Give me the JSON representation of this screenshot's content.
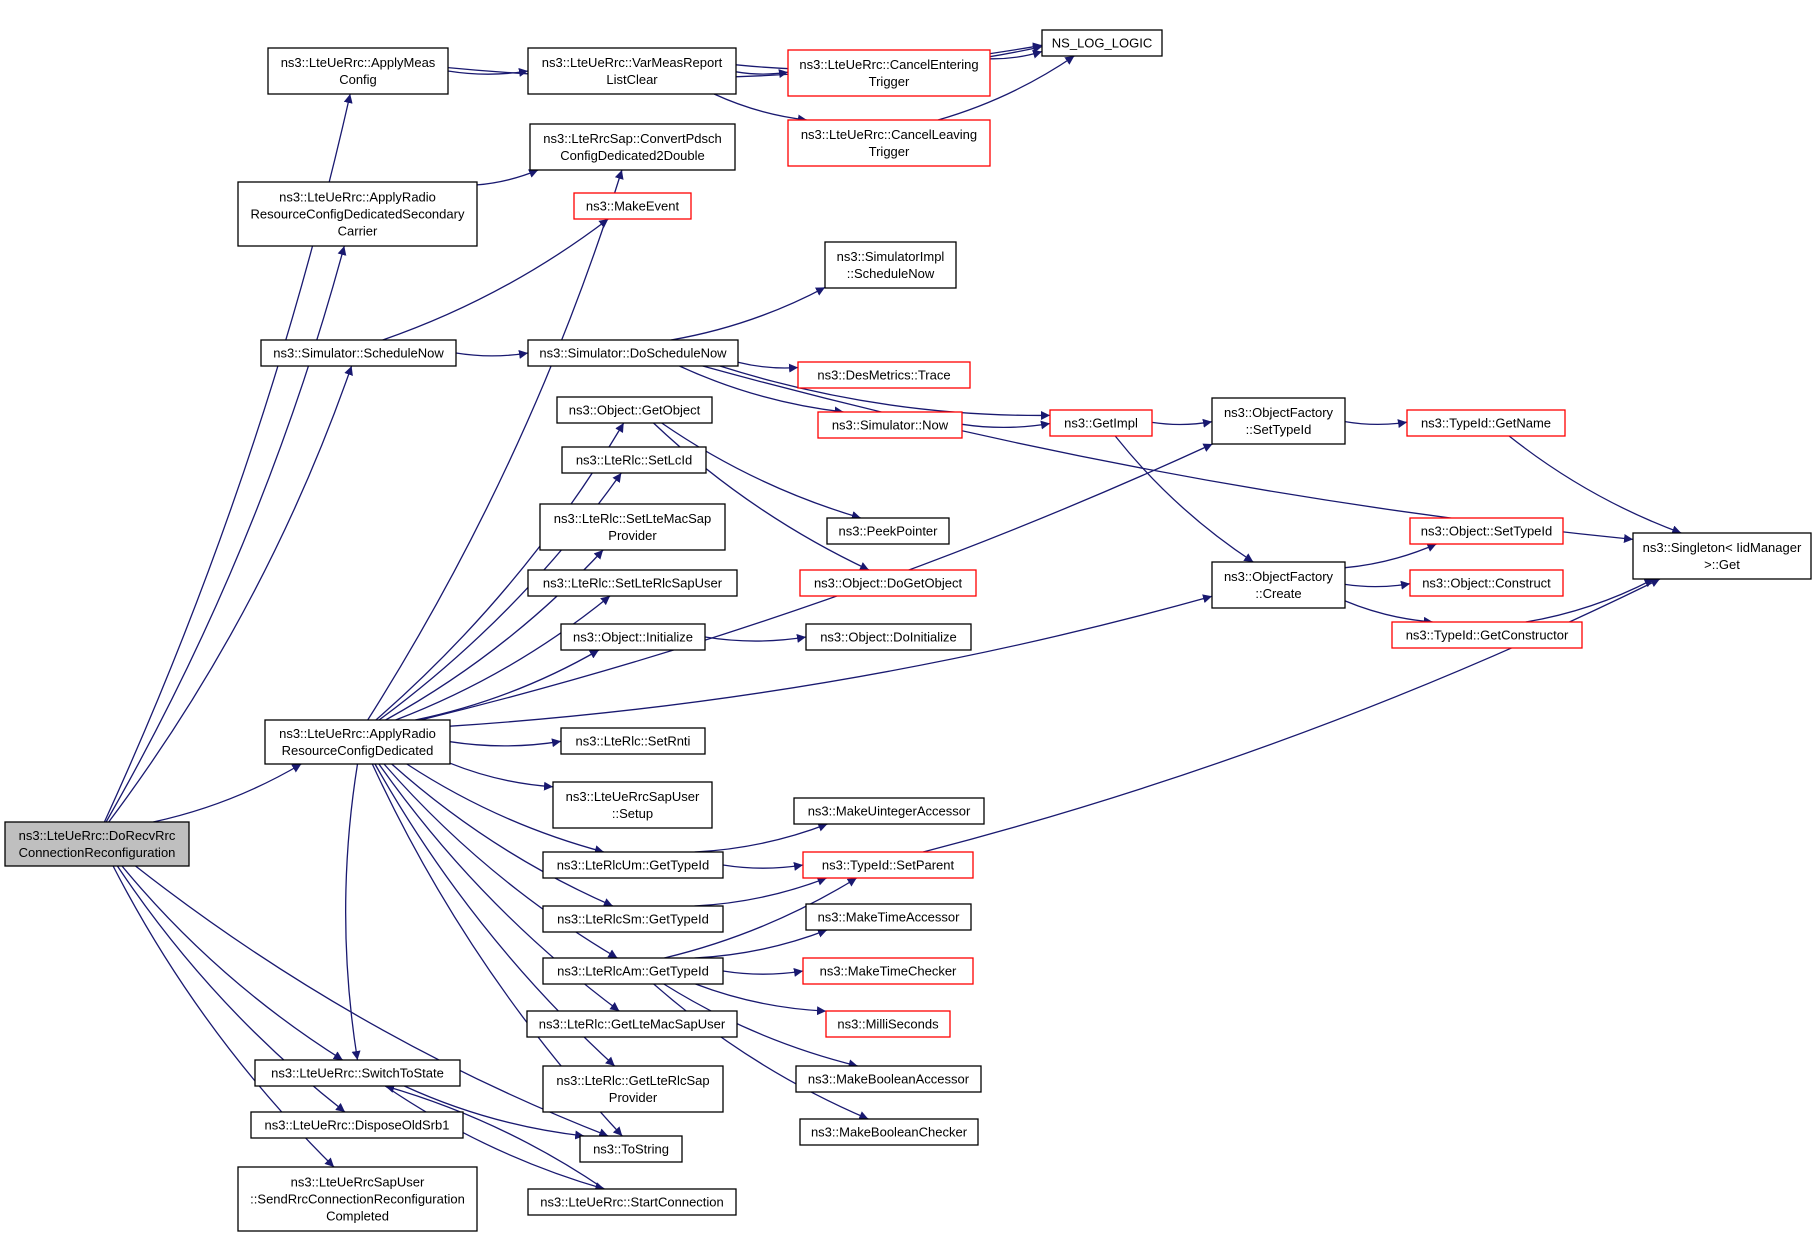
{
  "graph": {
    "nodes": [
      {
        "id": "root",
        "lines": [
          "ns3::LteUeRrc::DoRecvRrc",
          "ConnectionReconfiguration"
        ],
        "root": true
      },
      {
        "id": "applyMeas",
        "lines": [
          "ns3::LteUeRrc::ApplyMeas",
          "Config"
        ]
      },
      {
        "id": "applyRadioSec",
        "lines": [
          "ns3::LteUeRrc::ApplyRadio",
          "ResourceConfigDedicatedSecondary",
          "Carrier"
        ]
      },
      {
        "id": "schedNow",
        "lines": [
          "ns3::Simulator::ScheduleNow"
        ]
      },
      {
        "id": "applyRadio",
        "lines": [
          "ns3::LteUeRrc::ApplyRadio",
          "ResourceConfigDedicated"
        ]
      },
      {
        "id": "switchState",
        "lines": [
          "ns3::LteUeRrc::SwitchToState"
        ]
      },
      {
        "id": "disposeSrb1",
        "lines": [
          "ns3::LteUeRrc::DisposeOldSrb1"
        ]
      },
      {
        "id": "sendRrc",
        "lines": [
          "ns3::LteUeRrcSapUser",
          "::SendRrcConnectionReconfiguration",
          "Completed"
        ]
      },
      {
        "id": "varMeas",
        "lines": [
          "ns3::LteUeRrc::VarMeasReport",
          "ListClear"
        ]
      },
      {
        "id": "convPdsch",
        "lines": [
          "ns3::LteRrcSap::ConvertPdsch",
          "ConfigDedicated2Double"
        ]
      },
      {
        "id": "makeEvent",
        "lines": [
          "ns3::MakeEvent"
        ],
        "red": true
      },
      {
        "id": "doSched",
        "lines": [
          "ns3::Simulator::DoScheduleNow"
        ]
      },
      {
        "id": "getObject",
        "lines": [
          "ns3::Object::GetObject"
        ]
      },
      {
        "id": "setLcId",
        "lines": [
          "ns3::LteRlc::SetLcId"
        ]
      },
      {
        "id": "setMacSap",
        "lines": [
          "ns3::LteRlc::SetLteMacSap",
          "Provider"
        ]
      },
      {
        "id": "setRlcSapUser",
        "lines": [
          "ns3::LteRlc::SetLteRlcSapUser"
        ]
      },
      {
        "id": "objInit",
        "lines": [
          "ns3::Object::Initialize"
        ]
      },
      {
        "id": "setRnti",
        "lines": [
          "ns3::LteRlc::SetRnti"
        ]
      },
      {
        "id": "sapSetup",
        "lines": [
          "ns3::LteUeRrcSapUser",
          "::Setup"
        ]
      },
      {
        "id": "umTypeId",
        "lines": [
          "ns3::LteRlcUm::GetTypeId"
        ]
      },
      {
        "id": "smTypeId",
        "lines": [
          "ns3::LteRlcSm::GetTypeId"
        ]
      },
      {
        "id": "amTypeId",
        "lines": [
          "ns3::LteRlcAm::GetTypeId"
        ]
      },
      {
        "id": "getMacSap",
        "lines": [
          "ns3::LteRlc::GetLteMacSapUser"
        ]
      },
      {
        "id": "getRlcSap",
        "lines": [
          "ns3::LteRlc::GetLteRlcSap",
          "Provider"
        ]
      },
      {
        "id": "toString",
        "lines": [
          "ns3::ToString"
        ]
      },
      {
        "id": "startConn",
        "lines": [
          "ns3::LteUeRrc::StartConnection"
        ]
      },
      {
        "id": "nsLog",
        "lines": [
          "NS_LOG_LOGIC"
        ]
      },
      {
        "id": "cancelEnter",
        "lines": [
          "ns3::LteUeRrc::CancelEntering",
          "Trigger"
        ],
        "red": true
      },
      {
        "id": "cancelLeave",
        "lines": [
          "ns3::LteUeRrc::CancelLeaving",
          "Trigger"
        ],
        "red": true
      },
      {
        "id": "implSched",
        "lines": [
          "ns3::SimulatorImpl",
          "::ScheduleNow"
        ]
      },
      {
        "id": "desTrace",
        "lines": [
          "ns3::DesMetrics::Trace"
        ],
        "red": true
      },
      {
        "id": "simNow",
        "lines": [
          "ns3::Simulator::Now"
        ],
        "red": true
      },
      {
        "id": "peekPtr",
        "lines": [
          "ns3::PeekPointer"
        ]
      },
      {
        "id": "doGetObj",
        "lines": [
          "ns3::Object::DoGetObject"
        ],
        "red": true
      },
      {
        "id": "doInit",
        "lines": [
          "ns3::Object::DoInitialize"
        ]
      },
      {
        "id": "makeUint",
        "lines": [
          "ns3::MakeUintegerAccessor"
        ]
      },
      {
        "id": "setParent",
        "lines": [
          "ns3::TypeId::SetParent"
        ],
        "red": true
      },
      {
        "id": "makeTimeAcc",
        "lines": [
          "ns3::MakeTimeAccessor"
        ]
      },
      {
        "id": "makeTimeChk",
        "lines": [
          "ns3::MakeTimeChecker"
        ],
        "red": true
      },
      {
        "id": "milliSec",
        "lines": [
          "ns3::MilliSeconds"
        ],
        "red": true
      },
      {
        "id": "makeBoolAcc",
        "lines": [
          "ns3::MakeBooleanAccessor"
        ]
      },
      {
        "id": "makeBoolChk",
        "lines": [
          "ns3::MakeBooleanChecker"
        ]
      },
      {
        "id": "getImpl",
        "lines": [
          "ns3::GetImpl"
        ],
        "red": true
      },
      {
        "id": "ofSetTypeId",
        "lines": [
          "ns3::ObjectFactory",
          "::SetTypeId"
        ]
      },
      {
        "id": "ofCreate",
        "lines": [
          "ns3::ObjectFactory",
          "::Create"
        ]
      },
      {
        "id": "getName",
        "lines": [
          "ns3::TypeId::GetName"
        ],
        "red": true
      },
      {
        "id": "objSetTypeId",
        "lines": [
          "ns3::Object::SetTypeId"
        ],
        "red": true
      },
      {
        "id": "objConstruct",
        "lines": [
          "ns3::Object::Construct"
        ],
        "red": true
      },
      {
        "id": "getCtor",
        "lines": [
          "ns3::TypeId::GetConstructor"
        ],
        "red": true
      },
      {
        "id": "singleton",
        "lines": [
          "ns3::Singleton< IidManager",
          ">::Get"
        ]
      }
    ],
    "edges": [
      [
        "root",
        "applyMeas"
      ],
      [
        "root",
        "applyRadioSec"
      ],
      [
        "root",
        "schedNow"
      ],
      [
        "root",
        "applyRadio"
      ],
      [
        "root",
        "switchState"
      ],
      [
        "root",
        "disposeSrb1"
      ],
      [
        "root",
        "sendRrc"
      ],
      [
        "root",
        "toString"
      ],
      [
        "applyMeas",
        "nsLog"
      ],
      [
        "applyMeas",
        "varMeas"
      ],
      [
        "varMeas",
        "nsLog"
      ],
      [
        "varMeas",
        "cancelEnter"
      ],
      [
        "varMeas",
        "cancelLeave"
      ],
      [
        "cancelEnter",
        "nsLog"
      ],
      [
        "cancelLeave",
        "nsLog"
      ],
      [
        "applyRadioSec",
        "convPdsch"
      ],
      [
        "schedNow",
        "makeEvent"
      ],
      [
        "schedNow",
        "doSched"
      ],
      [
        "doSched",
        "implSched"
      ],
      [
        "doSched",
        "getImpl"
      ],
      [
        "doSched",
        "desTrace"
      ],
      [
        "doSched",
        "simNow"
      ],
      [
        "doSched",
        "singleton"
      ],
      [
        "simNow",
        "getImpl"
      ],
      [
        "getImpl",
        "ofSetTypeId"
      ],
      [
        "getImpl",
        "ofCreate"
      ],
      [
        "ofSetTypeId",
        "getName"
      ],
      [
        "getName",
        "singleton"
      ],
      [
        "ofCreate",
        "objSetTypeId"
      ],
      [
        "ofCreate",
        "objConstruct"
      ],
      [
        "ofCreate",
        "getCtor"
      ],
      [
        "getCtor",
        "singleton"
      ],
      [
        "applyRadio",
        "convPdsch"
      ],
      [
        "applyRadio",
        "ofSetTypeId"
      ],
      [
        "applyRadio",
        "getObject"
      ],
      [
        "applyRadio",
        "setLcId"
      ],
      [
        "applyRadio",
        "setMacSap"
      ],
      [
        "applyRadio",
        "setRlcSapUser"
      ],
      [
        "applyRadio",
        "objInit"
      ],
      [
        "applyRadio",
        "ofCreate"
      ],
      [
        "applyRadio",
        "setRnti"
      ],
      [
        "applyRadio",
        "sapSetup"
      ],
      [
        "applyRadio",
        "umTypeId"
      ],
      [
        "applyRadio",
        "smTypeId"
      ],
      [
        "applyRadio",
        "amTypeId"
      ],
      [
        "applyRadio",
        "getMacSap"
      ],
      [
        "applyRadio",
        "getRlcSap"
      ],
      [
        "applyRadio",
        "toString"
      ],
      [
        "applyRadio",
        "switchState"
      ],
      [
        "getObject",
        "peekPtr"
      ],
      [
        "getObject",
        "doGetObj"
      ],
      [
        "objInit",
        "doInit"
      ],
      [
        "umTypeId",
        "makeUint"
      ],
      [
        "umTypeId",
        "setParent"
      ],
      [
        "smTypeId",
        "setParent"
      ],
      [
        "amTypeId",
        "setParent"
      ],
      [
        "amTypeId",
        "makeTimeAcc"
      ],
      [
        "amTypeId",
        "makeTimeChk"
      ],
      [
        "amTypeId",
        "milliSec"
      ],
      [
        "amTypeId",
        "makeBoolAcc"
      ],
      [
        "amTypeId",
        "makeBoolChk"
      ],
      [
        "setParent",
        "singleton"
      ],
      [
        "switchState",
        "toString"
      ],
      [
        "switchState",
        "startConn"
      ],
      [
        "startConn",
        "switchState"
      ]
    ]
  }
}
